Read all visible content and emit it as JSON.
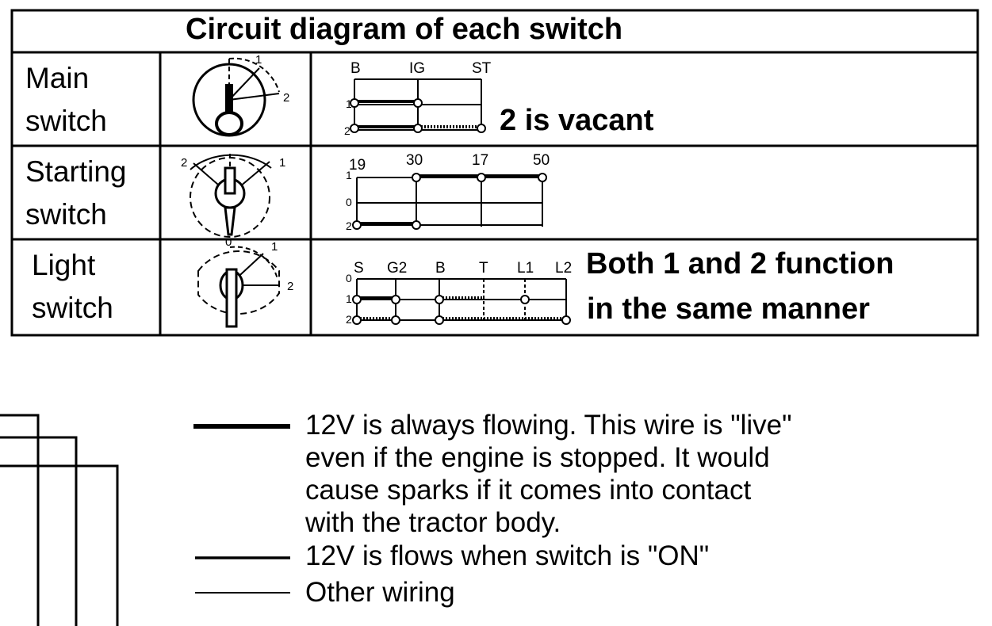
{
  "table": {
    "title": "Circuit diagram of each switch",
    "rows": [
      {
        "label_line1": "Main",
        "label_line2": "switch",
        "terminals": [
          "B",
          "IG",
          "ST"
        ],
        "positions": [
          "1",
          "2"
        ],
        "note": "2 is vacant",
        "dial_labels": [
          "1",
          "2"
        ]
      },
      {
        "label_line1": "Starting",
        "label_line2": "switch",
        "terminals": [
          "19",
          "30",
          "17",
          "50"
        ],
        "positions": [
          "1",
          "0",
          "2"
        ],
        "note": "",
        "dial_labels": [
          "2",
          "1"
        ]
      },
      {
        "label_line1": "Light",
        "label_line2": "switch",
        "terminals": [
          "S",
          "G2",
          "B",
          "T",
          "L1",
          "L2"
        ],
        "positions": [
          "0",
          "1",
          "2"
        ],
        "note_line1": "Both 1 and 2 function",
        "note_line2": "in the same manner",
        "dial_labels": [
          "0",
          "1",
          "2"
        ]
      }
    ]
  },
  "legend": [
    {
      "style": "thick",
      "lines": [
        "12V is always flowing. This wire is \"live\"",
        "even if the engine is stopped. It would",
        "cause sparks if it comes into contact",
        "with the tractor body."
      ]
    },
    {
      "style": "medium",
      "lines": [
        "12V is flows when switch is \"ON\""
      ]
    },
    {
      "style": "thin",
      "lines": [
        "Other wiring"
      ]
    }
  ]
}
